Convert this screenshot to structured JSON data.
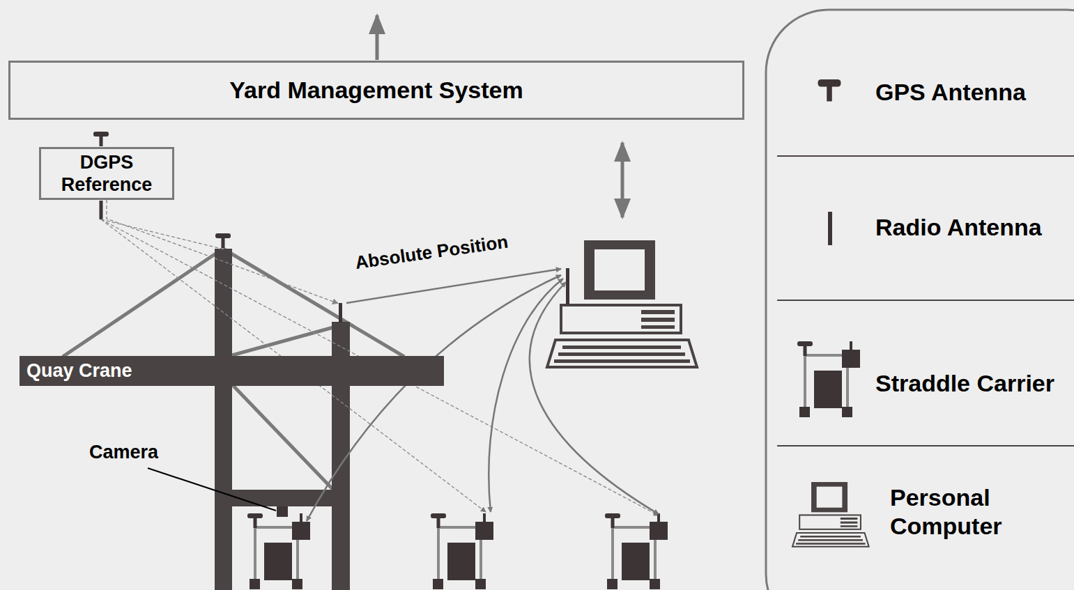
{
  "diagram": {
    "nodes": [
      {
        "text": [
          "Yard Management System"
        ]
      },
      {
        "text": [
          "DGPS Reference"
        ]
      },
      {
        "text": [
          "Quay Crane"
        ]
      }
    ],
    "edges": [
      {
        "from": 1,
        "to": 2,
        "arrow": "to"
      }
    ],
    "labels": [
      "Camera",
      "Absolute Position"
    ],
    "legend": [
      {
        "text": "GPS Antenna"
      },
      {
        "text": "Radio Antenna"
      },
      {
        "text": "Straddle Carrier"
      },
      {
        "text": "Personal Computer"
      }
    ]
  }
}
